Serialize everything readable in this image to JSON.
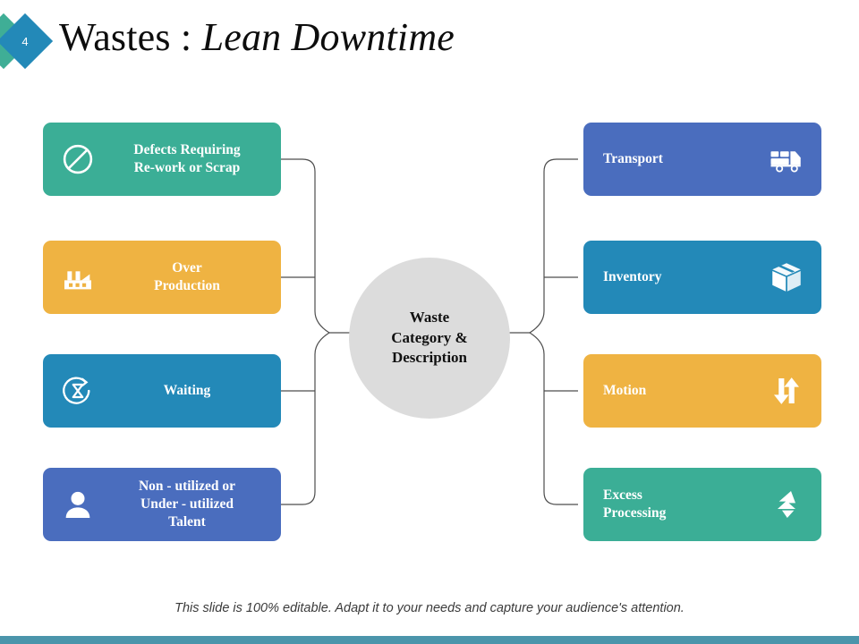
{
  "slide": {
    "badge_number": "4",
    "title_plain": "Wastes : ",
    "title_emphasis": "Lean Downtime",
    "footer_note": "This slide is 100% editable. Adapt it to your needs and capture your audience's attention.",
    "colors": {
      "teal": "#3BAE96",
      "amber": "#EFB342",
      "cerulean": "#2389B8",
      "royal_blue": "#4A6DBE",
      "hub_gray": "#DCDCDC",
      "bottom_bar": "#4B95AB",
      "connector": "#4D4D4D"
    }
  },
  "hub": {
    "label": "Waste\nCategory &\nDescription"
  },
  "left_items": [
    {
      "label": "Defects Requiring\nRe-work or Scrap",
      "icon": "no-entry-icon",
      "color": "#3BAE96"
    },
    {
      "label": "Over\nProduction",
      "icon": "factory-icon",
      "color": "#EFB342"
    },
    {
      "label": "Waiting",
      "icon": "hourglass-refresh-icon",
      "color": "#2389B8"
    },
    {
      "label": "Non - utilized or\nUnder - utilized\nTalent",
      "icon": "person-icon",
      "color": "#4A6DBE"
    }
  ],
  "right_items": [
    {
      "label": "Transport",
      "icon": "truck-icon",
      "color": "#4A6DBE"
    },
    {
      "label": "Inventory",
      "icon": "box-icon",
      "color": "#2389B8"
    },
    {
      "label": "Motion",
      "icon": "up-down-arrows-icon",
      "color": "#EFB342"
    },
    {
      "label": "Excess\nProcessing",
      "icon": "lightning-icon",
      "color": "#3BAE96"
    }
  ]
}
